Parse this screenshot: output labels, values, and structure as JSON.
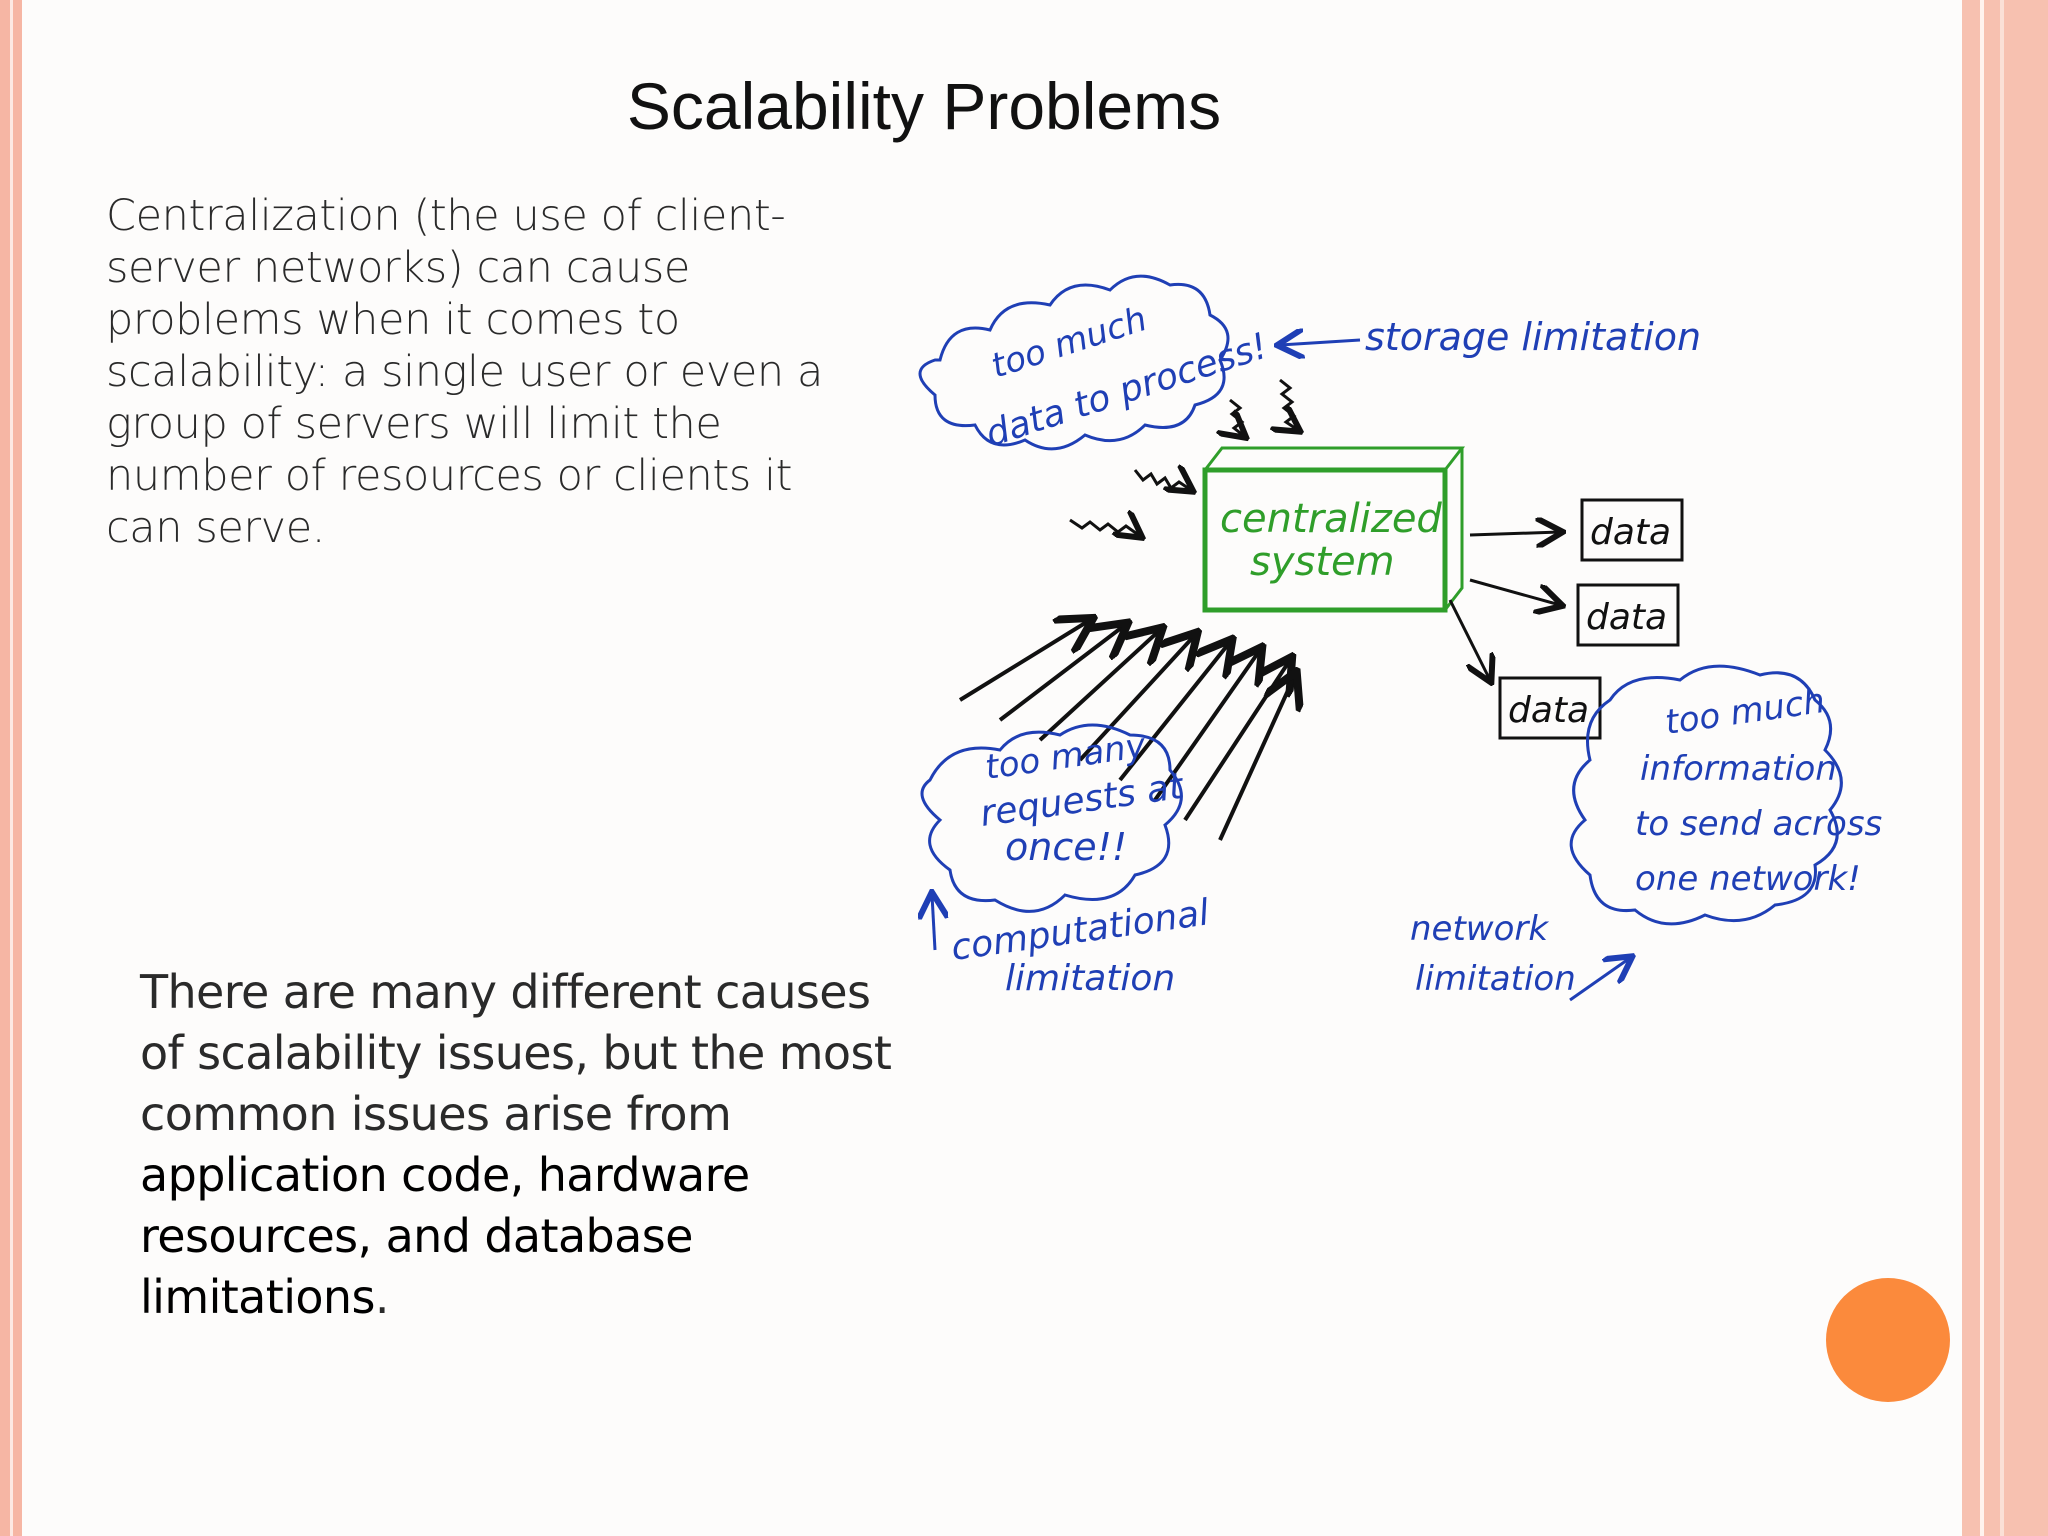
{
  "slide": {
    "title": "Scalability Problems",
    "paragraph1": "Centralization (the use of client-server networks) can cause problems when it comes to scalability: a single user or even a group of servers will limit the number of resources or clients it can serve.",
    "paragraph2_start": "There are many different causes of scalability issues, but the most common issues arise from ",
    "paragraph2_emphasis": "application code, hardware resources, and database limitations",
    "paragraph2_end": "."
  },
  "diagram": {
    "cloud_top": [
      "too much",
      "data to process!"
    ],
    "storage_label": "storage limitation",
    "central_box": [
      "centralized",
      "system"
    ],
    "data_labels": [
      "data",
      "data",
      "data"
    ],
    "cloud_left": [
      "too many",
      "requests at",
      "once!!"
    ],
    "computational_label": [
      "computational",
      "limitation"
    ],
    "network_label": [
      "network",
      "limitation"
    ],
    "cloud_right": [
      "too much",
      "information",
      "to send across",
      "one network!"
    ]
  },
  "colors": {
    "ink_blue": "#1f3fb5",
    "ink_green": "#2f9e2a",
    "ink_black": "#111111",
    "accent_orange": "#fb8a3c",
    "border_salmon": "#f6b6a4"
  }
}
